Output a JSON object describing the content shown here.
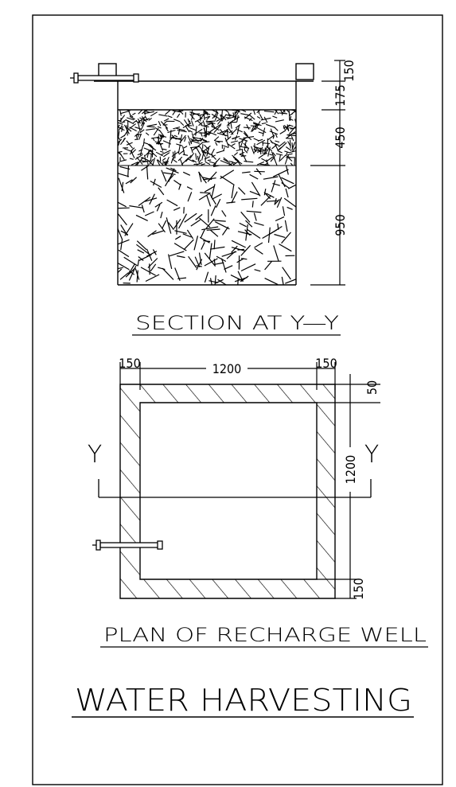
{
  "section": {
    "title": "SECTION AT Y—Y",
    "dims": {
      "d150": "150",
      "d175": "175",
      "d450": "450",
      "d950": "950"
    }
  },
  "plan": {
    "title": "PLAN OF RECHARGE WELL",
    "dims": {
      "left_wall": "150",
      "inner_width": "1200",
      "right_wall": "150",
      "top_offset": "50",
      "inner_height": "1200",
      "bottom_wall": "150"
    },
    "section_marks": {
      "left": "Y",
      "right": "Y"
    }
  },
  "drawing_title": "WATER HARVESTING"
}
